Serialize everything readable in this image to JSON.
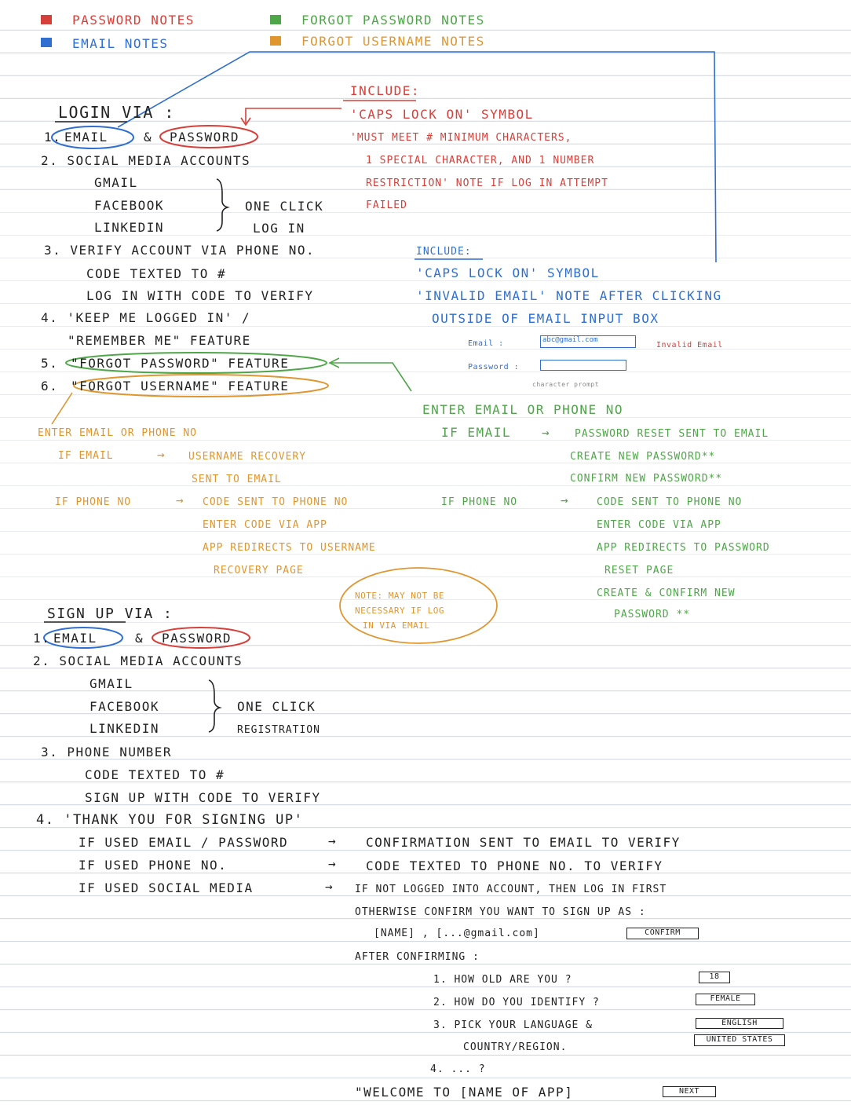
{
  "legend": {
    "password_notes": "PASSWORD NOTES",
    "email_notes": "EMAIL NOTES",
    "forgot_password_notes": "FORGOT PASSWORD NOTES",
    "forgot_username_notes": "FORGOT USERNAME NOTES",
    "colors": {
      "password": "#d6403a",
      "email": "#2f6fd0",
      "forgot_password": "#4ea648",
      "forgot_username": "#e0962f"
    }
  },
  "login": {
    "heading": "LOGIN VIA :",
    "item1_num": "1.",
    "email": "EMAIL",
    "amp": "&",
    "password": "PASSWORD",
    "item2": "2. SOCIAL MEDIA ACCOUNTS",
    "gmail": "GMAIL",
    "facebook": "FACEBOOK",
    "linkedin": "LINKEDIN",
    "one_click": "ONE CLICK",
    "log_in": "LOG IN",
    "item3": "3. VERIFY ACCOUNT VIA PHONE NO.",
    "code_texted": "CODE TEXTED TO #",
    "login_with_code": "LOG IN WITH CODE TO VERIFY",
    "item4": "4. 'KEEP ME LOGGED IN' /",
    "remember_me": "\"REMEMBER ME\" FEATURE",
    "item5_num": "5.",
    "item5": "\"FORGOT PASSWORD\" FEATURE",
    "item6_num": "6.",
    "item6": "\"FORGOT USERNAME\" FEATURE"
  },
  "password_notes": {
    "heading": "INCLUDE:",
    "l1": "'CAPS LOCK ON' SYMBOL",
    "l2": "'MUST MEET # MINIMUM CHARACTERS,",
    "l3": "1 SPECIAL CHARACTER, AND 1 NUMBER",
    "l4": "RESTRICTION' NOTE IF LOG IN ATTEMPT",
    "l5": "FAILED"
  },
  "email_notes": {
    "heading": "INCLUDE:",
    "l1": "'CAPS LOCK ON' SYMBOL",
    "l2": "'INVALID EMAIL' NOTE AFTER CLICKING",
    "l3": "OUTSIDE OF EMAIL INPUT BOX",
    "email_label": "Email :",
    "email_value": "abc@gmail.com",
    "invalid_email": "Invalid Email",
    "password_label": "Password :",
    "character_prompt": "character prompt"
  },
  "forgot_password_flow": {
    "enter": "ENTER EMAIL OR PHONE NO",
    "if_email": "IF EMAIL",
    "arrow": "→",
    "reset_sent": "PASSWORD RESET SENT TO EMAIL",
    "create_new": "CREATE NEW PASSWORD**",
    "confirm_new": "CONFIRM NEW PASSWORD**",
    "if_phone": "IF PHONE NO",
    "code_sent": "CODE SENT TO PHONE NO",
    "enter_code": "ENTER CODE VIA APP",
    "app_redirects": "APP REDIRECTS TO PASSWORD",
    "reset_page": "RESET PAGE",
    "create_confirm": "CREATE & CONFIRM NEW",
    "password_star": "PASSWORD **"
  },
  "forgot_username_flow": {
    "enter": "ENTER EMAIL OR PHONE NO",
    "if_email": "IF EMAIL",
    "arrow": "→",
    "username_recovery": "USERNAME RECOVERY",
    "sent_to_email": "SENT TO EMAIL",
    "if_phone": "IF PHONE NO",
    "code_sent": "CODE SENT TO PHONE NO",
    "enter_code": "ENTER CODE VIA APP",
    "app_redirects": "APP REDIRECTS TO USERNAME",
    "recovery_page": "RECOVERY PAGE",
    "note_l1": "NOTE: MAY NOT BE",
    "note_l2": "NECESSARY IF LOG",
    "note_l3": "IN VIA EMAIL"
  },
  "signup": {
    "heading": "SIGN UP VIA :",
    "item1_num": "1.",
    "email": "EMAIL",
    "amp": "&",
    "password": "PASSWORD",
    "item2": "2. SOCIAL MEDIA ACCOUNTS",
    "gmail": "GMAIL",
    "facebook": "FACEBOOK",
    "linkedin": "LINKEDIN",
    "one_click": "ONE CLICK",
    "registration": "REGISTRATION",
    "item3": "3. PHONE NUMBER",
    "code_texted": "CODE TEXTED TO #",
    "signup_with_code": "SIGN UP WITH CODE TO VERIFY",
    "item4": "4. 'THANK YOU FOR SIGNING UP'",
    "if_email": "IF USED EMAIL / PASSWORD",
    "confirmation_sent": "CONFIRMATION SENT TO EMAIL TO VERIFY",
    "if_phone": "IF USED PHONE NO.",
    "code_texted_verify": "CODE TEXTED TO PHONE NO. TO VERIFY",
    "if_social": "IF USED SOCIAL MEDIA",
    "arrow": "→",
    "not_logged": "IF NOT LOGGED INTO ACCOUNT, THEN LOG IN FIRST",
    "otherwise": "OTHERWISE CONFIRM YOU WANT TO SIGN UP AS :",
    "name": "[NAME] , [...@gmail.com]",
    "confirm_btn": "CONFIRM",
    "after_confirming": "AFTER CONFIRMING :",
    "q1": "1. HOW OLD ARE YOU ?",
    "q1_ans": "18",
    "q2": "2. HOW DO YOU IDENTIFY ?",
    "q2_ans": "FEMALE",
    "q3": "3. PICK YOUR LANGUAGE &",
    "q3_ans": "ENGLISH",
    "q3b": "COUNTRY/REGION.",
    "q3b_ans": "UNITED STATES",
    "q4": "4.   ... ?",
    "welcome": "\"WELCOME TO [NAME OF APP]",
    "next_btn": "NEXT"
  }
}
